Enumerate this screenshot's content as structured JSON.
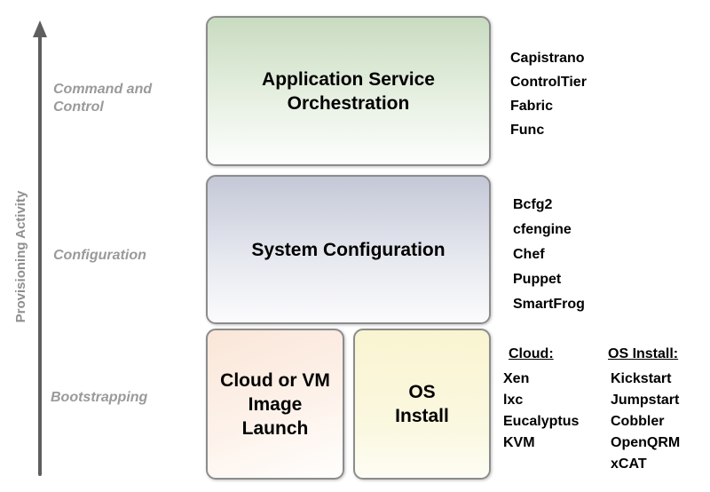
{
  "axis": {
    "label": "Provisioning Activity"
  },
  "levels": [
    {
      "label": "Command and\nControl"
    },
    {
      "label": "Configuration"
    },
    {
      "label": "Bootstrapping"
    }
  ],
  "boxes": {
    "orchestration": {
      "title": "Application Service\nOrchestration"
    },
    "system_configuration": {
      "title": "System Configuration"
    },
    "cloud_vm_image_launch": {
      "title": "Cloud or VM\nImage\nLaunch"
    },
    "os_install": {
      "title": "OS\nInstall"
    }
  },
  "tool_lists": {
    "orchestration": {
      "items": [
        "Capistrano",
        "ControlTier",
        "Fabric",
        "Func"
      ]
    },
    "configuration": {
      "items": [
        "Bcfg2",
        "cfengine",
        "Chef",
        "Puppet",
        "SmartFrog"
      ]
    },
    "cloud": {
      "header": "Cloud:",
      "items": [
        "Xen",
        "lxc",
        "Eucalyptus",
        "KVM"
      ]
    },
    "os_install": {
      "header": "OS Install:",
      "items": [
        "Kickstart",
        "Jumpstart",
        "Cobbler",
        "OpenQRM",
        "xCAT"
      ]
    }
  },
  "colors": {
    "orchestration_box_top": "#c8dcc0",
    "system_configuration_box_top": "#c4c8d7",
    "cloud_vm_box_top": "#fae6d8",
    "os_install_box_top": "#f9f4d0",
    "box_border": "#8c8c8c",
    "axis_arrow": "#5f5f5f",
    "level_label_text": "#9a9a9a",
    "box_title_text": "#000000",
    "tool_list_text": "#000000"
  }
}
